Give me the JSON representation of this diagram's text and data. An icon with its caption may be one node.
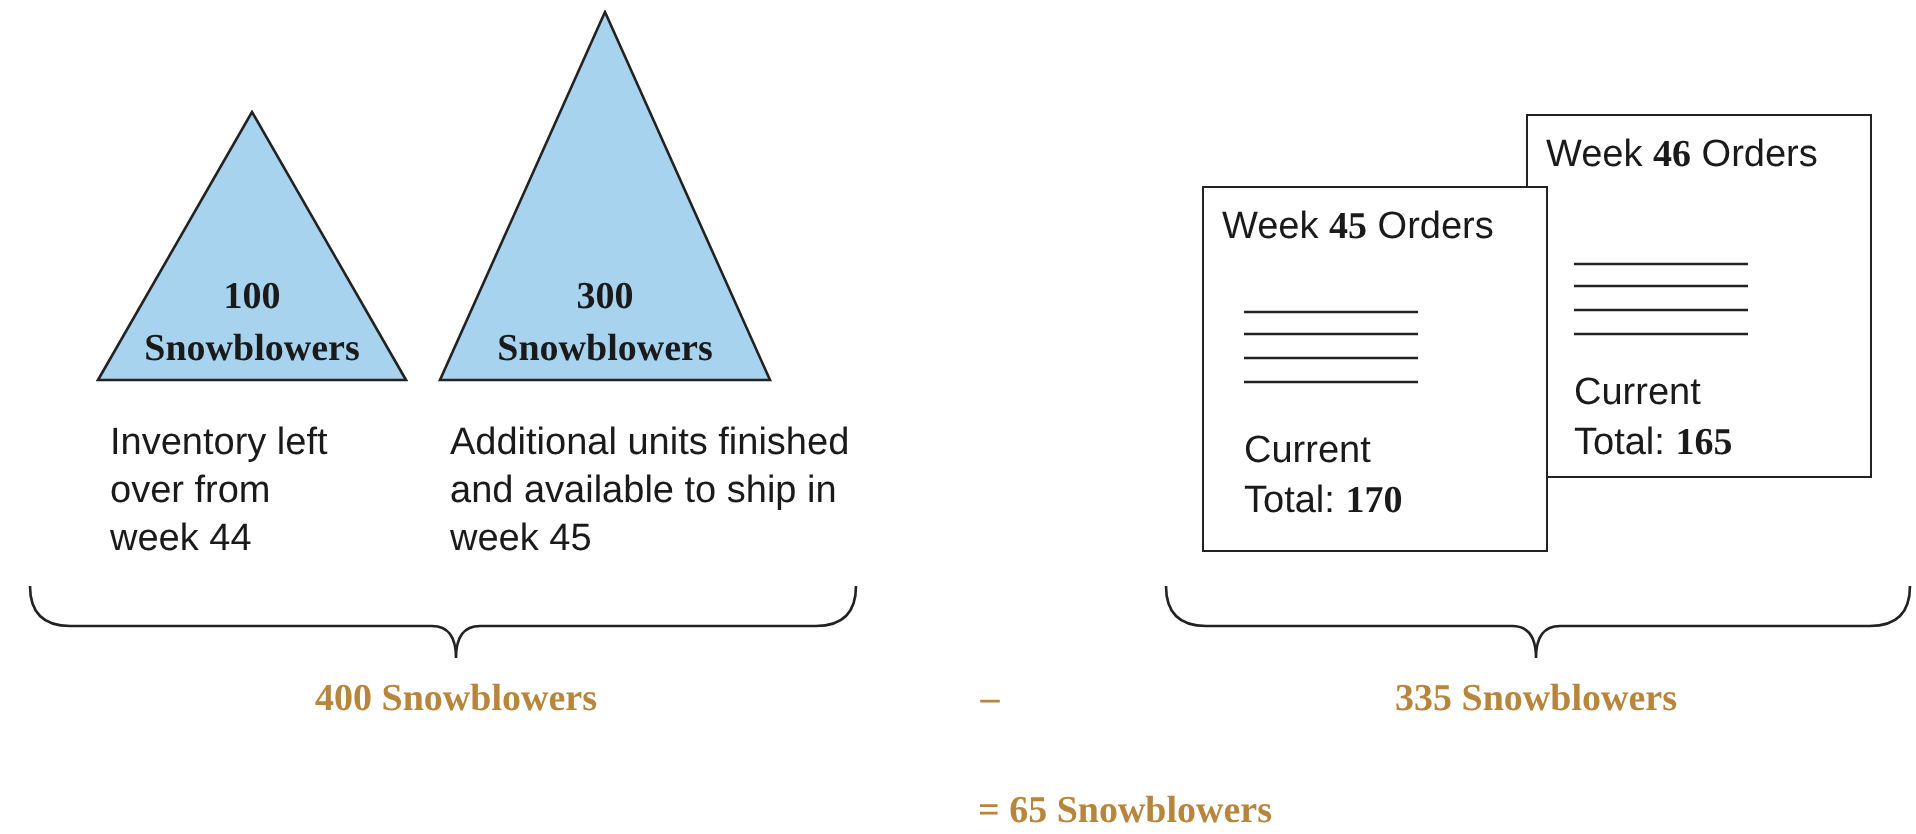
{
  "diagram": {
    "nodes": [
      {
        "text": [
          "100 Snowblowers"
        ],
        "beside": [
          "Inventory left over from week 44"
        ]
      },
      {
        "text": [
          "300 Snowblowers"
        ],
        "beside": [
          "Additional units finished and available to ship in week 45"
        ]
      },
      {
        "text": [
          "Week **46** Orders",
          "Current Total: **165**"
        ]
      },
      {
        "text": [
          "Week **45** Orders",
          "Current Total: **170**"
        ]
      }
    ],
    "edges": [],
    "labels": [
      "400 Snowblowers",
      "–",
      "335 Snowblowers",
      "= 65 Snowblowers"
    ]
  }
}
